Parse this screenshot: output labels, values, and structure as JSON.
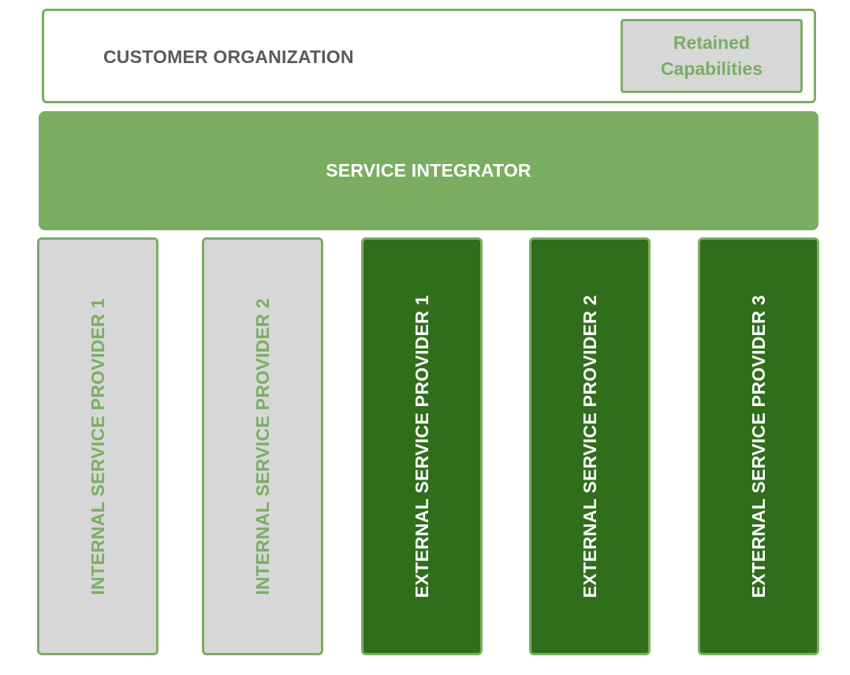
{
  "customer_organization": {
    "title": "CUSTOMER ORGANIZATION",
    "retained_capabilities": "Retained\nCapabilities"
  },
  "service_integrator": {
    "label": "SERVICE INTEGRATOR"
  },
  "providers": [
    {
      "label": "INTERNAL SERVICE PROVIDER 1",
      "kind": "internal"
    },
    {
      "label": "INTERNAL SERVICE PROVIDER 2",
      "kind": "internal"
    },
    {
      "label": "EXTERNAL SERVICE PROVIDER 1",
      "kind": "external"
    },
    {
      "label": "EXTERNAL SERVICE PROVIDER 2",
      "kind": "external"
    },
    {
      "label": "EXTERNAL SERVICE PROVIDER 3",
      "kind": "external"
    }
  ],
  "colors": {
    "accent_green": "#7aad62",
    "dark_green": "#306e1c",
    "gray": "#d7d7d7",
    "title_gray": "#5a5a5a"
  }
}
